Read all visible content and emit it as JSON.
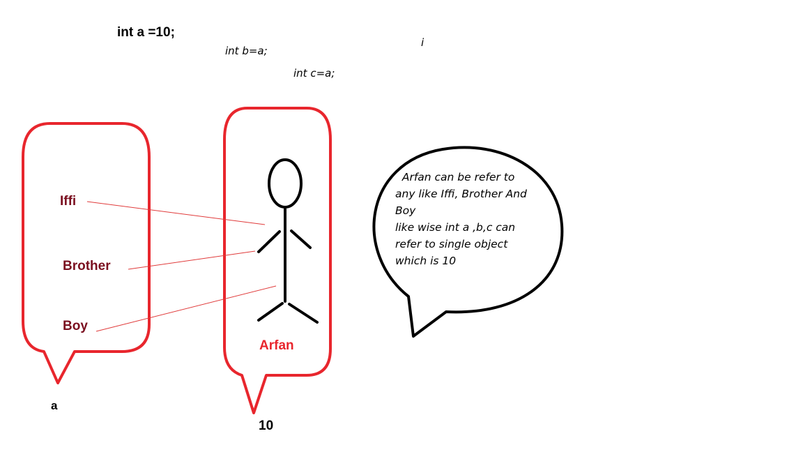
{
  "code": {
    "line_a": "int a =10;",
    "line_b": "int b=a;",
    "line_c": "int c=a;",
    "stray_char": "i"
  },
  "left_bubble": {
    "aliases": [
      "Iffi",
      "Brother",
      "Boy"
    ],
    "caption": "a"
  },
  "center_bubble": {
    "object_name": "Arfan",
    "caption": "10"
  },
  "speech_bubble": {
    "lines": [
      "  Arfan can be refer to",
      "any like Iffi, Brother And",
      "Boy",
      "like wise int a ,b,c can",
      "refer to single object",
      "which is 10"
    ]
  },
  "colors": {
    "bubble_outline": "#e8262d",
    "alias_text": "#7b1020",
    "object_name_text": "#e8262d",
    "connector": "#e03a3a",
    "figure": "#000000",
    "speech_outline": "#000000"
  }
}
